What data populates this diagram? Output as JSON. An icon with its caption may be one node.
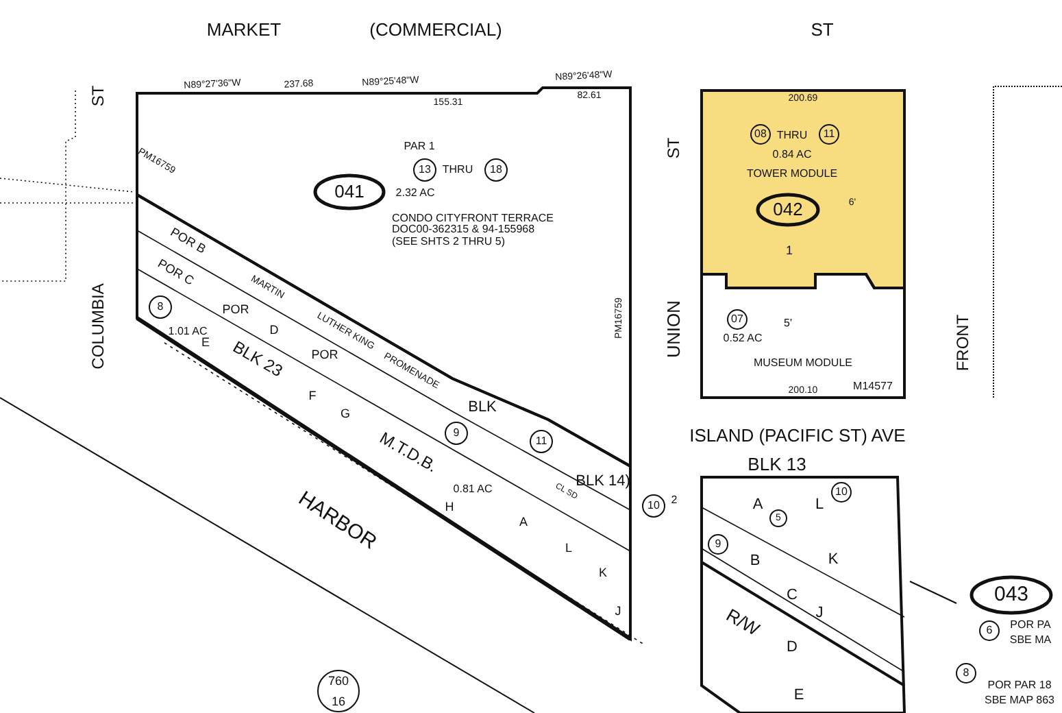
{
  "diagram": {
    "nodes": [
      {
        "text": [
          "PAR 1",
          "THRU",
          "2.32 AC",
          "CONDO CITYFRONT TERRACE DOC00-362315 & 94-155968 (SEE SHTS 2 THRU 5)"
        ]
      },
      {
        "text": [
          "041"
        ],
        "in": 0
      },
      {
        "text": [
          "13"
        ],
        "in": 0
      },
      {
        "text": [
          "18"
        ],
        "in": 0
      },
      {
        "text": [
          "POR B",
          "POR C",
          "MARTIN",
          "POR",
          "D",
          "POR",
          "LUTHER KING",
          "PROMENADE",
          "1.01 AC",
          "BLK 23",
          "M.T.D.B.",
          "E",
          "H",
          "F",
          "G",
          "BLK",
          "0.81 AC",
          "CL SD",
          "BLK 14)",
          "A",
          "L",
          "K",
          "J"
        ]
      },
      {
        "text": [
          "8"
        ],
        "in": 4
      },
      {
        "text": [
          "9"
        ],
        "in": 4
      },
      {
        "text": [
          "11"
        ],
        "in": 4
      },
      {
        "text": [
          "THRU",
          "0.84 AC",
          "TOWER MODULE",
          "6'",
          "1"
        ]
      },
      {
        "text": [
          "042"
        ],
        "in": 8
      },
      {
        "text": [
          "08"
        ],
        "in": 8
      },
      {
        "text": [
          "11"
        ],
        "in": 8
      },
      {
        "text": [
          "0.52 AC",
          "5'",
          "MUSEUM MODULE",
          "M14577"
        ]
      },
      {
        "text": [
          "07"
        ],
        "in": 12
      },
      {
        "text": [
          "BLK 13",
          "A",
          "L",
          "B",
          "K",
          "C",
          "J",
          "R/W",
          "D",
          "E"
        ]
      },
      {
        "text": [
          "10"
        ],
        "in": 14
      },
      {
        "text": [
          "5"
        ],
        "in": 14
      },
      {
        "text": [
          "9"
        ],
        "in": 14
      },
      {
        "text": [
          "043"
        ]
      },
      {
        "text": [
          "6"
        ],
        "beside": [
          "POR PA",
          "SBE MA"
        ]
      },
      {
        "text": [
          "8"
        ],
        "beside": [
          "POR PAR 18",
          "SBE MAP 863"
        ]
      },
      {
        "text": [
          "10"
        ],
        "beside": [
          "2"
        ]
      },
      {
        "text": [
          "760",
          "16"
        ]
      }
    ],
    "labels": [
      "MARKET",
      "(COMMERCIAL)",
      "ST",
      "N89°27'36\"W",
      "237.68",
      "N89°25'48\"W",
      "155.31",
      "N89°26'48\"W",
      "82.61",
      "200.69",
      "ST",
      "ST",
      "PM16759",
      "COLUMBIA",
      "PM16759",
      "UNION",
      "FRONT",
      "200.10",
      "ISLAND (PACIFIC ST) AVE",
      "HARBOR"
    ]
  }
}
